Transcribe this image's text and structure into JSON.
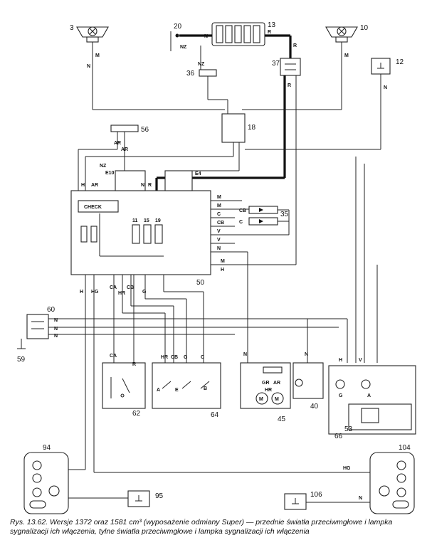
{
  "components": [
    "3",
    "10",
    "12",
    "13",
    "18",
    "20",
    "36",
    "37",
    "56",
    "E10",
    "E4",
    "CHECK",
    "11",
    "15",
    "19",
    "35",
    "50",
    "60",
    "59",
    "62",
    "64",
    "45",
    "40",
    "66",
    "53",
    "94",
    "104",
    "95",
    "106"
  ],
  "wire_labels": {
    "top": [
      "N",
      "R",
      "NZ",
      "NZ",
      "M",
      "M",
      "N",
      "R",
      "R",
      "N"
    ],
    "harness": [
      "AR",
      "AR",
      "NZ",
      "H",
      "AR",
      "N",
      "R",
      "M",
      "M",
      "C",
      "CB",
      "CB",
      "C",
      "V",
      "V",
      "N",
      "M",
      "H"
    ],
    "bottom": [
      "H",
      "HG",
      "CA",
      "HR",
      "CB",
      "G",
      "N",
      "N",
      "N"
    ],
    "modules": [
      "CA",
      "HR",
      "CB",
      "G",
      "C",
      "N",
      "N",
      "M",
      "GR",
      "AR",
      "HR",
      "H",
      "R",
      "V",
      "A",
      "G",
      "HG",
      "N"
    ]
  },
  "switch_letters": [
    "A",
    "E",
    "B"
  ],
  "caption_line1": "Rys. 13.62. Wersje 1372 oraz 1581 cm³ (wyposażenie odmiany Super) — przednie światła przeciwmgłowe i lampka",
  "caption_line2": "sygnalizacji ich włączenia, tylne światła przeciwmgłowe i lampka sygnalizacji ich włączenia"
}
